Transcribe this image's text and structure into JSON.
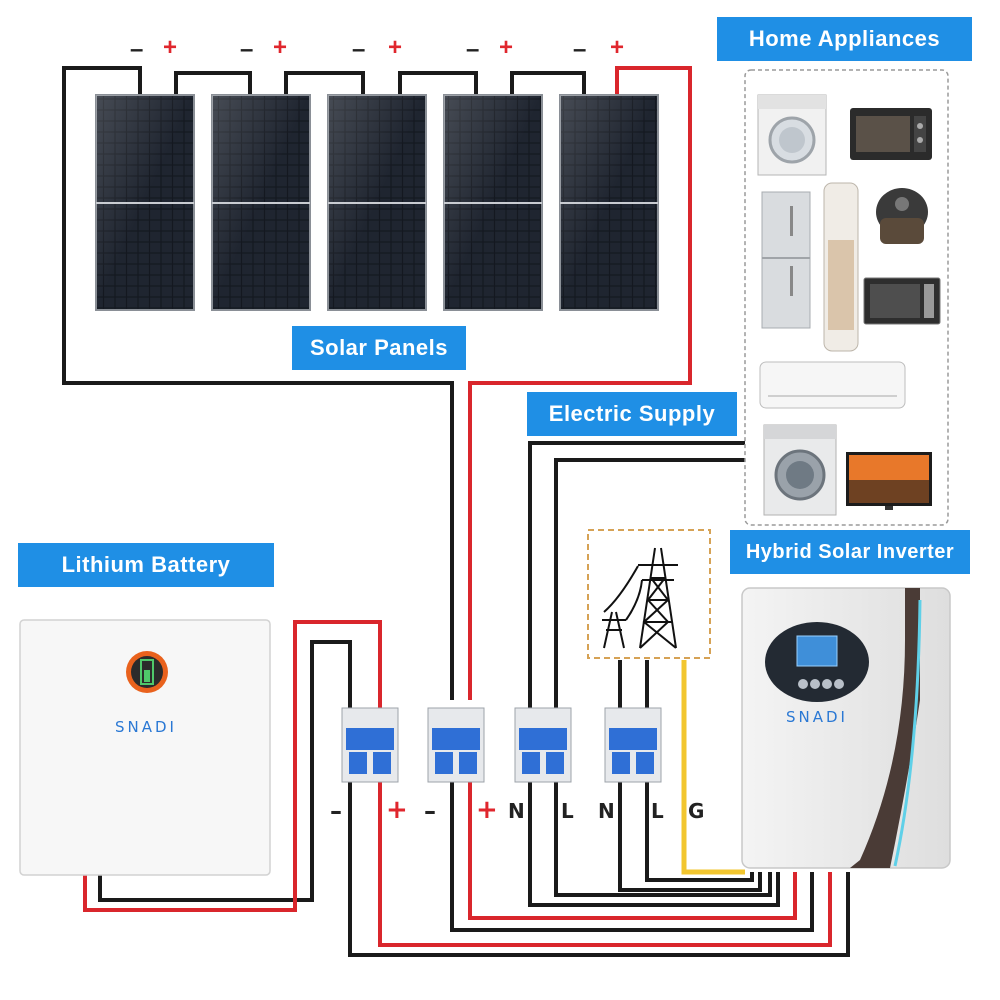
{
  "labels": {
    "home_appliances": "Home Appliances",
    "solar_panels": "Solar Panels",
    "electric_supply": "Electric Supply",
    "lithium_battery": "Lithium Battery",
    "hybrid_inverter": "Hybrid Solar Inverter"
  },
  "panel_polarity": [
    "–",
    "+",
    "–",
    "+",
    "–",
    "+",
    "–",
    "+",
    "–",
    "+"
  ],
  "breaker_terminals": {
    "battery_neg": "–",
    "battery_pos": "+",
    "pv_neg": "–",
    "pv_pos": "+",
    "n1": "N",
    "l1": "L",
    "n2": "N",
    "l2": "L",
    "g": "G"
  },
  "battery_brand": "SNADI",
  "inverter_brand": "SNADI",
  "colors": {
    "label_bg": "#1f8fe5",
    "wire_black": "#1a1a1a",
    "wire_red": "#d9262c",
    "wire_yellow": "#f2c62f",
    "brand_blue": "#2a78d4"
  },
  "appliance_icons": [
    "washing-machine-icon",
    "oven-icon",
    "refrigerator-icon",
    "tower-ac-icon",
    "rice-cooker-icon",
    "microwave-icon",
    "air-conditioner-icon",
    "front-loader-icon",
    "television-icon"
  ]
}
